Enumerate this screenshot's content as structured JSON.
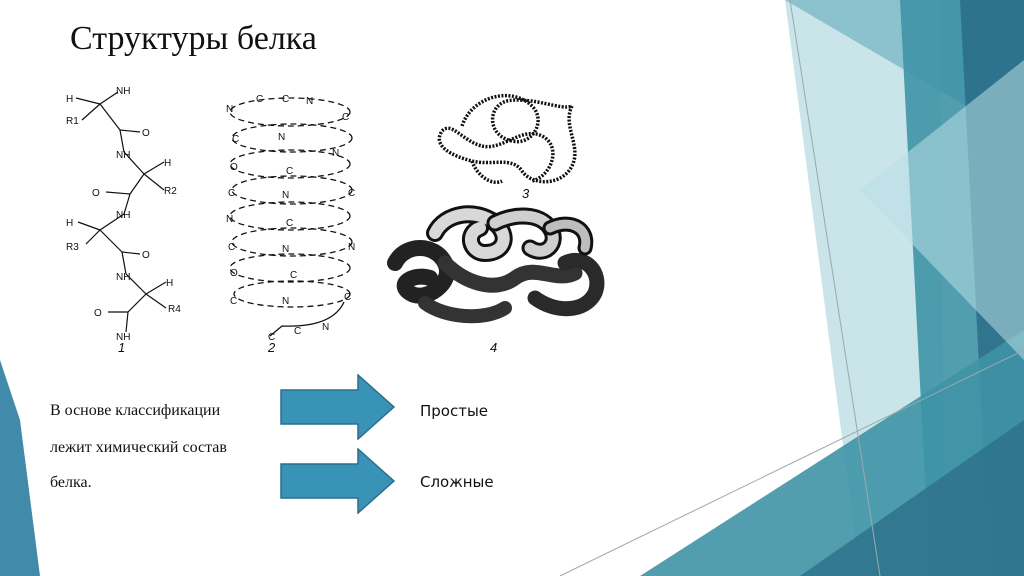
{
  "slide": {
    "title": "Структуры белка",
    "figures": [
      {
        "label": "1"
      },
      {
        "label": "2"
      },
      {
        "label": "3"
      },
      {
        "label": "4"
      }
    ],
    "body_lines": [
      "В основе классификации",
      "лежит химический состав",
      "белка."
    ],
    "classes": {
      "simple": "Простые",
      "complex": "Сложные"
    },
    "colors": {
      "arrow": "#3993b6",
      "arrow_border": "#2a6f8c",
      "teal_dark": "#2c6f8a",
      "teal_mid": "#3f93a6",
      "teal_light": "#9fd0d8"
    },
    "icons": [
      "right-arrow-icon",
      "right-arrow-icon"
    ]
  }
}
